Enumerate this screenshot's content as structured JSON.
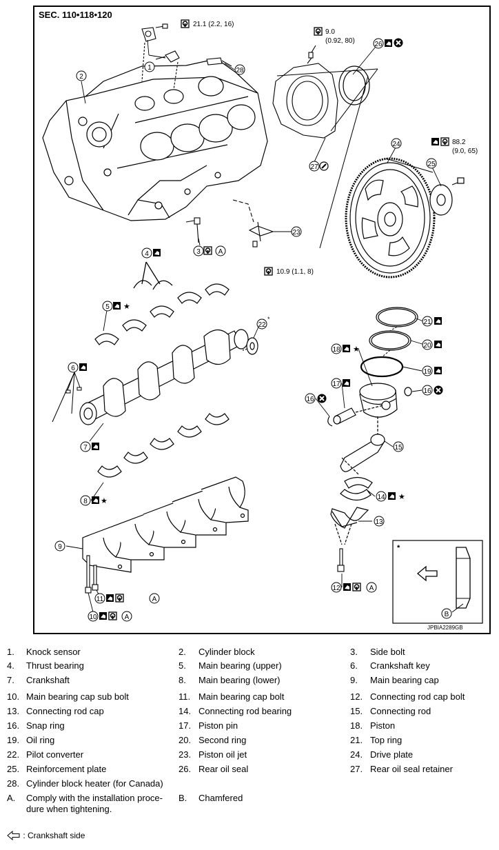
{
  "section_title": "SEC. 110•118•120",
  "figure_code": "JPBIA2289GB",
  "torques": {
    "t1": "21.1 (2.2, 16)",
    "t26a": "9.0",
    "t26b": "(0.92, 80)",
    "t25a": "88.2",
    "t25b": "(9.0, 65)",
    "t23": "10.9 (1.1, 8)"
  },
  "callouts": [
    "1",
    "2",
    "3",
    "4",
    "5",
    "6",
    "7",
    "8",
    "9",
    "10",
    "11",
    "12",
    "13",
    "14",
    "15",
    "16",
    "17",
    "18",
    "19",
    "20",
    "21",
    "22",
    "23",
    "24",
    "25",
    "26",
    "27",
    "28",
    "A",
    "B"
  ],
  "inset": {
    "star": "*"
  },
  "legend": [
    [
      {
        "n": "1.",
        "t": "Knock sensor"
      },
      {
        "n": "2.",
        "t": "Cylinder block"
      },
      {
        "n": "3.",
        "t": "Side bolt"
      }
    ],
    [
      {
        "n": "4.",
        "t": "Thrust bearing"
      },
      {
        "n": "5.",
        "t": "Main bearing (upper)"
      },
      {
        "n": "6.",
        "t": "Crankshaft key"
      }
    ],
    [
      {
        "n": "7.",
        "t": "Crankshaft"
      },
      {
        "n": "8.",
        "t": "Main bearing (lower)"
      },
      {
        "n": "9.",
        "t": "Main bearing cap"
      }
    ],
    [
      {
        "n": "10.",
        "t": "Main bearing cap sub bolt"
      },
      {
        "n": "11.",
        "t": "Main bearing cap bolt"
      },
      {
        "n": "12.",
        "t": "Connecting rod cap bolt"
      }
    ],
    [
      {
        "n": "13.",
        "t": "Connecting rod cap"
      },
      {
        "n": "14.",
        "t": "Connecting rod bearing"
      },
      {
        "n": "15.",
        "t": "Connecting rod"
      }
    ],
    [
      {
        "n": "16.",
        "t": "Snap ring"
      },
      {
        "n": "17.",
        "t": "Piston pin"
      },
      {
        "n": "18.",
        "t": "Piston"
      }
    ],
    [
      {
        "n": "19.",
        "t": "Oil ring"
      },
      {
        "n": "20.",
        "t": "Second ring"
      },
      {
        "n": "21.",
        "t": "Top ring"
      }
    ],
    [
      {
        "n": "22.",
        "t": "Pilot converter"
      },
      {
        "n": "23.",
        "t": "Piston oil jet"
      },
      {
        "n": "24.",
        "t": "Drive plate"
      }
    ],
    [
      {
        "n": "25.",
        "t": "Reinforcement plate"
      },
      {
        "n": "26.",
        "t": "Rear oil seal"
      },
      {
        "n": "27.",
        "t": "Rear oil seal retainer"
      }
    ],
    [
      {
        "n": "28.",
        "t": "Cylinder block heater (for Canada)"
      }
    ]
  ],
  "legend_a": {
    "n": "A.",
    "t1": "Comply with the installation proce-",
    "t2": "dure when tightening."
  },
  "legend_b": {
    "n": "B.",
    "t": "Chamfered"
  },
  "footnote": ": Crankshaft side"
}
